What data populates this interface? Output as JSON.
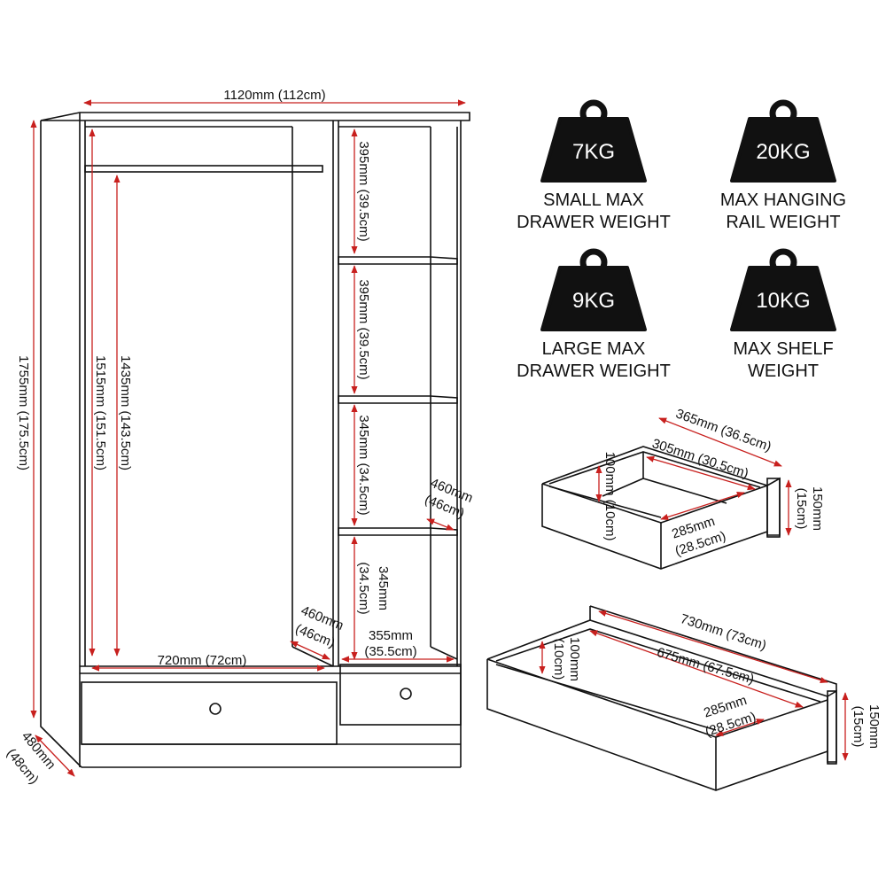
{
  "wardrobe": {
    "width": "1120mm (112cm)",
    "height": "1755mm (175.5cm)",
    "depth_a": "480mm",
    "depth_b": "(48cm)",
    "inner_height": "1515mm (151.5cm)",
    "rail_height": "1435mm (143.5cm)",
    "shelf1": "395mm (39.5cm)",
    "shelf2": "395mm (39.5cm)",
    "shelf3": "345mm (34.5cm)",
    "shelf4_a": "345mm",
    "shelf4_b": "(34.5cm)",
    "shelf_depth_a": "460mm",
    "shelf_depth_b": "(46cm)",
    "hang_depth_a": "460mm",
    "hang_depth_b": "(46cm)",
    "hang_width": "720mm (72cm)",
    "shelf_width_a": "355mm",
    "shelf_width_b": "(35.5cm)"
  },
  "weights": [
    {
      "value": "7KG",
      "line1": "SMALL MAX",
      "line2": "DRAWER WEIGHT"
    },
    {
      "value": "20KG",
      "line1": "MAX HANGING",
      "line2": "RAIL WEIGHT"
    },
    {
      "value": "9KG",
      "line1": "LARGE MAX",
      "line2": "DRAWER WEIGHT"
    },
    {
      "value": "10KG",
      "line1": "MAX SHELF",
      "line2": "WEIGHT"
    }
  ],
  "small_drawer": {
    "outer_width": "365mm (36.5cm)",
    "inner_width": "305mm (30.5cm)",
    "height_a": "150mm",
    "height_b": "(15cm)",
    "inner_height": "100mm (10cm)",
    "depth_a": "285mm",
    "depth_b": "(28.5cm)"
  },
  "large_drawer": {
    "outer_width": "730mm (73cm)",
    "inner_width": "675mm (67.5cm)",
    "height_a": "150mm",
    "height_b": "(15cm)",
    "inner_height_a": "100mm",
    "inner_height_b": "(10cm)",
    "depth_a": "285mm",
    "depth_b": "(28.5cm)"
  }
}
